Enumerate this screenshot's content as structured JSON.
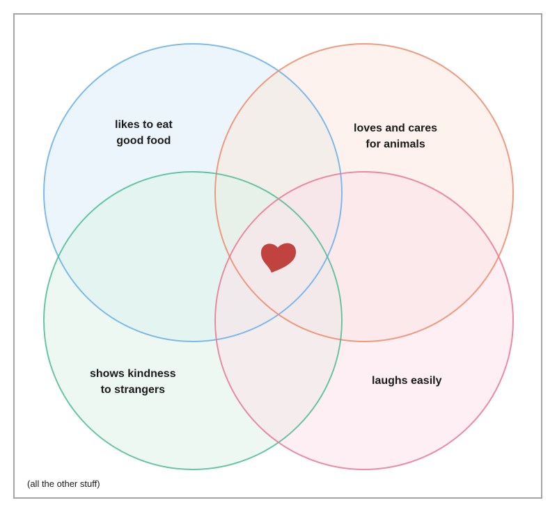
{
  "sets": [
    {
      "key": "top-left",
      "lines": [
        "likes to eat",
        "good food"
      ],
      "stroke": "#69aee8",
      "fill": "#dcecf8"
    },
    {
      "key": "top-right",
      "lines": [
        "loves and cares",
        "for animals"
      ],
      "stroke": "#ec8a6a",
      "fill": "#fbe7df"
    },
    {
      "key": "bottom-left",
      "lines": [
        "shows kindness",
        "to strangers"
      ],
      "stroke": "#4fbb94",
      "fill": "#dff3ea"
    },
    {
      "key": "bottom-right",
      "lines": [
        "laughs easily"
      ],
      "stroke": "#e87795",
      "fill": "#fbe2ea"
    }
  ],
  "center_icon": "heart-icon",
  "heart_color": "#c0433f",
  "outside_label": "(all the other stuff)",
  "frame_color": "#a5a5a5"
}
